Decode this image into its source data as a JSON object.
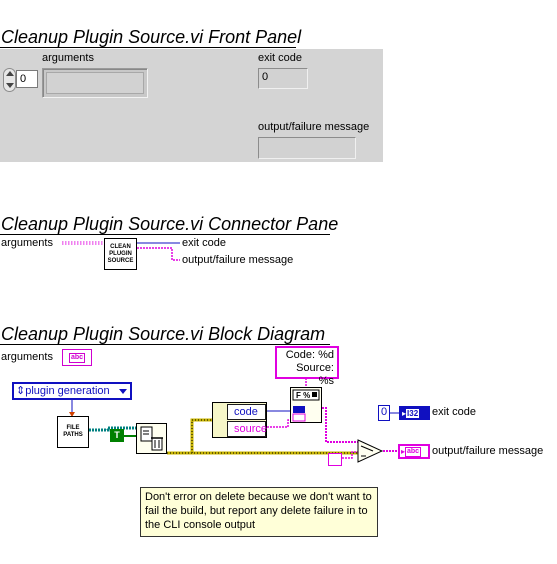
{
  "front_panel": {
    "title": "Cleanup Plugin Source.vi Front Panel",
    "arguments_label": "arguments",
    "arguments_index": "0",
    "exit_code_label": "exit code",
    "exit_code_value": "0",
    "message_label": "output/failure message"
  },
  "connector_pane": {
    "title": "Cleanup Plugin Source.vi Connector Pane",
    "input_label": "arguments",
    "icon_lines": [
      "CLEAN",
      "PLUGIN",
      "SOURCE"
    ],
    "output_exit_code": "exit code",
    "output_message": "output/failure message"
  },
  "block_diagram": {
    "title": "Cleanup Plugin Source.vi Block Diagram",
    "arguments_label": "arguments",
    "string_tag": "abc",
    "enum_value": "plugin generation",
    "file_paths_lines": [
      "FILE",
      "PATHS"
    ],
    "true_constant": "T",
    "format_lines": [
      "Code: %d",
      "Source: %s"
    ],
    "bundle_code": "code",
    "bundle_source": "source",
    "exit_code_const": "0",
    "i32_tag": "I32",
    "exit_code_label": "exit code",
    "message_label": "output/failure message",
    "comment": "Don't error on delete because we don't want to fail the build, but report any delete failure in to the CLI console output"
  },
  "colors": {
    "string_wire": "#e000e0",
    "error_wire": "#c8b400",
    "enum_wire": "#1010c0",
    "bool_wire": "#008000",
    "path_wire": "#008080",
    "panel_bg": "#d4d4d4"
  }
}
